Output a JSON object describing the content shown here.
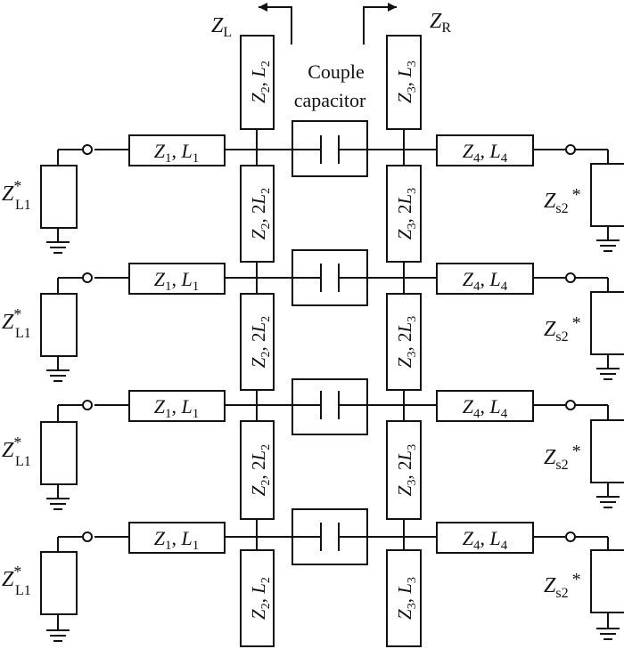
{
  "port_left": {
    "symbol": "Z",
    "sub": "L"
  },
  "port_right": {
    "symbol": "Z",
    "sub": "R"
  },
  "couple_label": {
    "line1": "Couple",
    "line2": "capacitor"
  },
  "left_load": {
    "symbol": "Z",
    "sup": "*",
    "sub": "L1"
  },
  "right_load": {
    "symbol": "Z",
    "sub": "s2",
    "sup": "*"
  },
  "rows": [
    {
      "h1": {
        "sym": "Z",
        "sub1": "1",
        "sep": ", ",
        "sym2": "L",
        "sub2": "1"
      },
      "h4": {
        "sym": "Z",
        "sub1": "4",
        "sep": ", ",
        "sym2": "L",
        "sub2": "4"
      }
    },
    {
      "h1": {
        "sym": "Z",
        "sub1": "1",
        "sep": ", ",
        "sym2": "L",
        "sub2": "1"
      },
      "h4": {
        "sym": "Z",
        "sub1": "4",
        "sep": ", ",
        "sym2": "L",
        "sub2": "4"
      }
    },
    {
      "h1": {
        "sym": "Z",
        "sub1": "1",
        "sep": ", ",
        "sym2": "L",
        "sub2": "1"
      },
      "h4": {
        "sym": "Z",
        "sub1": "4",
        "sep": ", ",
        "sym2": "L",
        "sub2": "4"
      }
    },
    {
      "h1": {
        "sym": "Z",
        "sub1": "1",
        "sep": ", ",
        "sym2": "L",
        "sub2": "1"
      },
      "h4": {
        "sym": "Z",
        "sub1": "4",
        "sep": ", ",
        "sym2": "L",
        "sub2": "4"
      }
    }
  ],
  "verticals_left": [
    {
      "sym": "Z",
      "sub1": "2",
      "sep": ", ",
      "coef": "",
      "sym2": "L",
      "sub2": "2"
    },
    {
      "sym": "Z",
      "sub1": "2",
      "sep": ", ",
      "coef": "2",
      "sym2": "L",
      "sub2": "2"
    },
    {
      "sym": "Z",
      "sub1": "2",
      "sep": ", ",
      "coef": "2",
      "sym2": "L",
      "sub2": "2"
    },
    {
      "sym": "Z",
      "sub1": "2",
      "sep": ", ",
      "coef": "2",
      "sym2": "L",
      "sub2": "2"
    },
    {
      "sym": "Z",
      "sub1": "2",
      "sep": ", ",
      "coef": "",
      "sym2": "L",
      "sub2": "2"
    }
  ],
  "verticals_right": [
    {
      "sym": "Z",
      "sub1": "3",
      "sep": ", ",
      "coef": "",
      "sym2": "L",
      "sub2": "3"
    },
    {
      "sym": "Z",
      "sub1": "3",
      "sep": ", ",
      "coef": "2",
      "sym2": "L",
      "sub2": "3"
    },
    {
      "sym": "Z",
      "sub1": "3",
      "sep": ", ",
      "coef": "2",
      "sym2": "L",
      "sub2": "3"
    },
    {
      "sym": "Z",
      "sub1": "3",
      "sep": ", ",
      "coef": "2",
      "sym2": "L",
      "sub2": "3"
    },
    {
      "sym": "Z",
      "sub1": "3",
      "sep": ", ",
      "coef": "",
      "sym2": "L",
      "sub2": "3"
    }
  ]
}
